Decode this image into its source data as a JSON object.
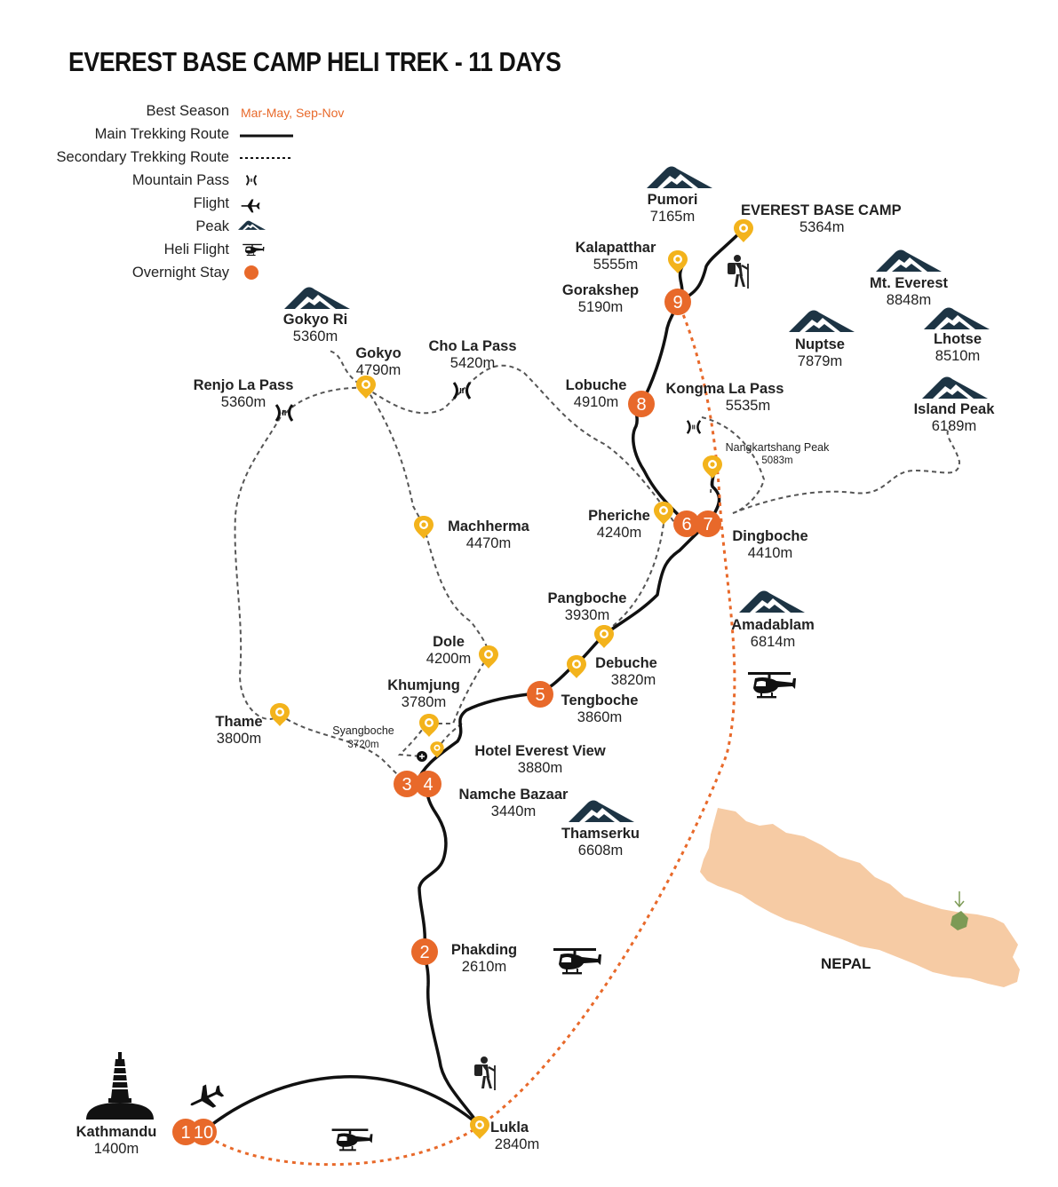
{
  "title": "EVEREST BASE CAMP HELI TREK - 11 DAYS",
  "legend": {
    "best_season_label": "Best Season",
    "best_season_value": "Mar-May, Sep-Nov",
    "main_route": "Main Trekking Route",
    "secondary_route": "Secondary Trekking Route",
    "mountain_pass": "Mountain Pass",
    "flight": "Flight",
    "peak": "Peak",
    "heli_flight": "Heli Flight",
    "overnight_stay": "Overnight Stay"
  },
  "colors": {
    "accent_orange": "#e8692a",
    "marker_yellow": "#f3b31c",
    "peak_navy": "#1d3444",
    "nepal_fill": "#f6cba4",
    "region_green": "#7c9a55"
  },
  "places": {
    "pumori": {
      "name": "Pumori",
      "elev": "7165m"
    },
    "ebc": {
      "name": "EVEREST BASE CAMP",
      "elev": "5364m"
    },
    "kalapatthar": {
      "name": "Kalapatthar",
      "elev": "5555m"
    },
    "gorakshep": {
      "name": "Gorakshep",
      "elev": "5190m"
    },
    "mt_everest": {
      "name": "Mt. Everest",
      "elev": "8848m"
    },
    "nuptse": {
      "name": "Nuptse",
      "elev": "7879m"
    },
    "lhotse": {
      "name": "Lhotse",
      "elev": "8510m"
    },
    "island_peak": {
      "name": "Island Peak",
      "elev": "6189m"
    },
    "gokyo_ri": {
      "name": "Gokyo Ri",
      "elev": "5360m"
    },
    "gokyo": {
      "name": "Gokyo",
      "elev": "4790m"
    },
    "cho_la": {
      "name": "Cho La Pass",
      "elev": "5420m"
    },
    "renjo_la": {
      "name": "Renjo La Pass",
      "elev": "5360m"
    },
    "lobuche": {
      "name": "Lobuche",
      "elev": "4910m"
    },
    "kongma_la": {
      "name": "Kongma La Pass",
      "elev": "5535m"
    },
    "nangkartshang": {
      "name": "Nangkartshang Peak",
      "elev": "5083m"
    },
    "machherma": {
      "name": "Machherma",
      "elev": "4470m"
    },
    "pheriche": {
      "name": "Pheriche",
      "elev": "4240m"
    },
    "dingboche": {
      "name": "Dingboche",
      "elev": "4410m"
    },
    "pangboche": {
      "name": "Pangboche",
      "elev": "3930m"
    },
    "amadablam": {
      "name": "Amadablam",
      "elev": "6814m"
    },
    "dole": {
      "name": "Dole",
      "elev": "4200m"
    },
    "debuche": {
      "name": "Debuche",
      "elev": "3820m"
    },
    "khumjung": {
      "name": "Khumjung",
      "elev": "3780m"
    },
    "tengboche": {
      "name": "Tengboche",
      "elev": "3860m"
    },
    "thame": {
      "name": "Thame",
      "elev": "3800m"
    },
    "syangboche": {
      "name": "Syangboche",
      "elev": "3720m"
    },
    "hotel_everest_view": {
      "name": "Hotel Everest View",
      "elev": "3880m"
    },
    "namche": {
      "name": "Namche Bazaar",
      "elev": "3440m"
    },
    "thamserku": {
      "name": "Thamserku",
      "elev": "6608m"
    },
    "phakding": {
      "name": "Phakding",
      "elev": "2610m"
    },
    "kathmandu": {
      "name": "Kathmandu",
      "elev": "1400m"
    },
    "lukla": {
      "name": "Lukla",
      "elev": "2840m"
    }
  },
  "days": {
    "d1": "1",
    "d2": "2",
    "d3": "3",
    "d4": "4",
    "d5": "5",
    "d6": "6",
    "d7": "7",
    "d8": "8",
    "d9": "9",
    "d10": "10"
  },
  "country_label": "NEPAL",
  "icons": [
    "plane-icon",
    "helicopter-icon",
    "hiker-icon",
    "stupa-icon",
    "peak-icon",
    "pass-icon",
    "pin-icon",
    "airport-icon"
  ]
}
